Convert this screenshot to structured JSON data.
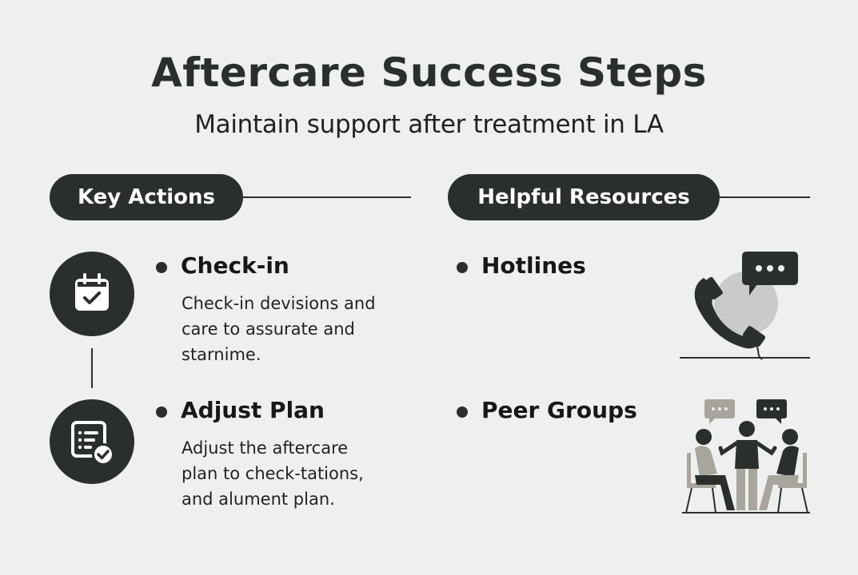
{
  "header": {
    "title": "Aftercare Success Steps",
    "subtitle": "Maintain support after treatment in LA"
  },
  "sections": [
    {
      "label": "Key Actions",
      "items": [
        {
          "title": "Check-in",
          "icon": "calendar-check-icon",
          "description": "Check-in devisions and care to assurate and starnime."
        },
        {
          "title": "Adjust Plan",
          "icon": "checklist-approved-icon",
          "description": "Adjust the aftercare plan to check-tations, and alument plan."
        }
      ]
    },
    {
      "label": "Helpful Resources",
      "items": [
        {
          "title": "Hotlines",
          "illustration": "phone-chat-illustration"
        },
        {
          "title": "Peer Groups",
          "illustration": "peer-group-illustration"
        }
      ]
    }
  ],
  "colors": {
    "background": "#eef0f0",
    "primary_dark": "#2a2f2c",
    "accent_gray": "#c9cbc8",
    "muted_gray": "#a8a59c"
  }
}
